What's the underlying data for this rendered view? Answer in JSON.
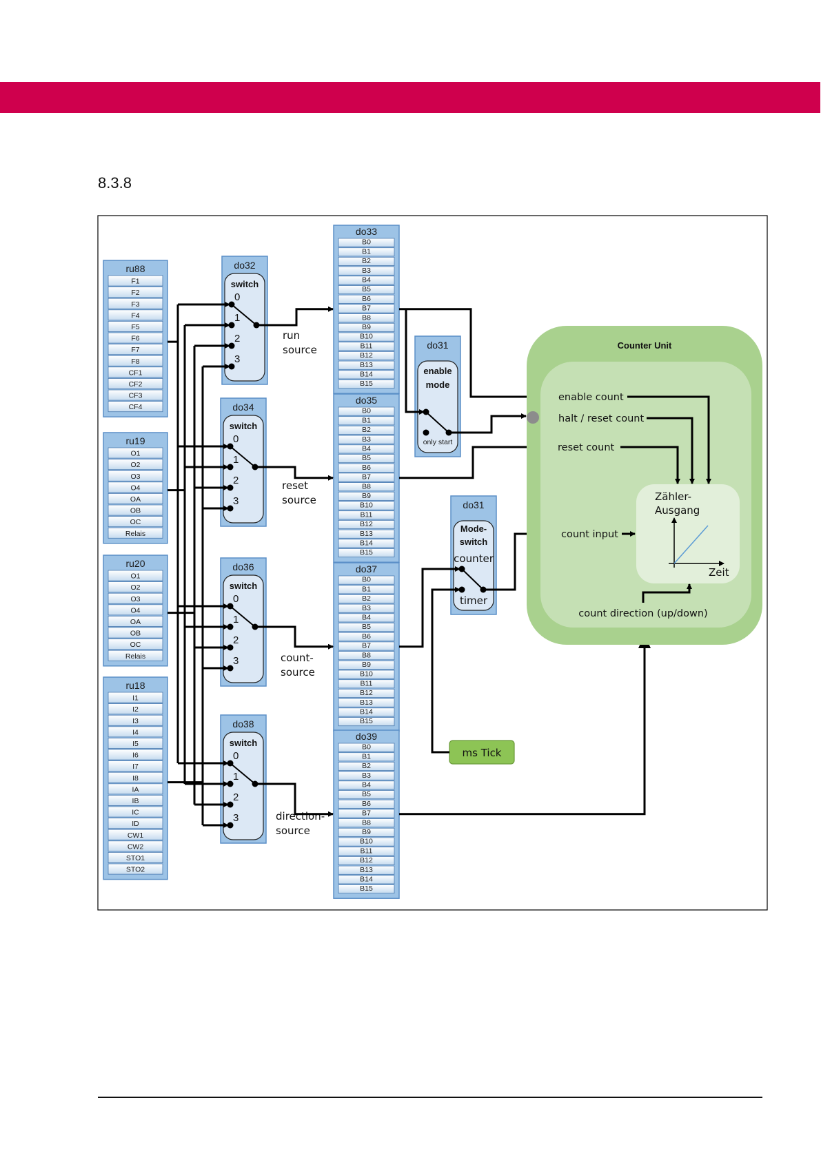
{
  "page": {
    "section_number": "8.3.8",
    "header_band_color": "#cf004d"
  },
  "diagram": {
    "inputs": [
      {
        "id": "ru88",
        "cells": [
          "F1",
          "F2",
          "F3",
          "F4",
          "F5",
          "F6",
          "F7",
          "F8",
          "CF1",
          "CF2",
          "CF3",
          "CF4"
        ]
      },
      {
        "id": "ru19",
        "cells": [
          "O1",
          "O2",
          "O3",
          "O4",
          "OA",
          "OB",
          "OC",
          "Relais"
        ]
      },
      {
        "id": "ru20",
        "cells": [
          "O1",
          "O2",
          "O3",
          "O4",
          "OA",
          "OB",
          "OC",
          "Relais"
        ]
      },
      {
        "id": "ru18",
        "cells": [
          "I1",
          "I2",
          "I3",
          "I4",
          "I5",
          "I6",
          "I7",
          "I8",
          "IA",
          "IB",
          "IC",
          "ID",
          "CW1",
          "CW2",
          "STO1",
          "STO2"
        ]
      }
    ],
    "switches": [
      {
        "id": "do32",
        "title": "switch",
        "positions": [
          "0",
          "1",
          "2",
          "3"
        ],
        "output_label": [
          "run",
          "source"
        ]
      },
      {
        "id": "do34",
        "title": "switch",
        "positions": [
          "0",
          "1",
          "2",
          "3"
        ],
        "output_label": [
          "reset",
          "source"
        ]
      },
      {
        "id": "do36",
        "title": "switch",
        "positions": [
          "0",
          "1",
          "2",
          "3"
        ],
        "output_label": [
          "count-",
          "source"
        ]
      },
      {
        "id": "do38",
        "title": "switch",
        "positions": [
          "0",
          "1",
          "2",
          "3"
        ],
        "output_label": [
          "direction-",
          "source"
        ]
      }
    ],
    "bit_registers": [
      {
        "id": "do33",
        "cells": [
          "B0",
          "B1",
          "B2",
          "B3",
          "B4",
          "B5",
          "B6",
          "B7",
          "B8",
          "B9",
          "B10",
          "B11",
          "B12",
          "B13",
          "B14",
          "B15"
        ]
      },
      {
        "id": "do35",
        "cells": [
          "B0",
          "B1",
          "B2",
          "B3",
          "B4",
          "B5",
          "B6",
          "B7",
          "B8",
          "B9",
          "B10",
          "B11",
          "B12",
          "B13",
          "B14",
          "B15"
        ]
      },
      {
        "id": "do37",
        "cells": [
          "B0",
          "B1",
          "B2",
          "B3",
          "B4",
          "B5",
          "B6",
          "B7",
          "B8",
          "B9",
          "B10",
          "B11",
          "B12",
          "B13",
          "B14",
          "B15"
        ]
      },
      {
        "id": "do39",
        "cells": [
          "B0",
          "B1",
          "B2",
          "B3",
          "B4",
          "B5",
          "B6",
          "B7",
          "B8",
          "B9",
          "B10",
          "B11",
          "B12",
          "B13",
          "B14",
          "B15"
        ]
      }
    ],
    "enable_mode": {
      "id": "do31",
      "title": [
        "enable",
        "mode"
      ],
      "position_label": "only start"
    },
    "mode_switch": {
      "id": "do31",
      "title": [
        "Mode-",
        "switch"
      ],
      "pos_counter": "counter",
      "pos_timer": "timer"
    },
    "ms_tick": "ms Tick",
    "counter_unit": {
      "title": "Counter Unit",
      "inputs": [
        "enable count",
        "halt / reset count",
        "reset count",
        "count input"
      ],
      "count_direction": "count direction (up/down)",
      "output_title": [
        "Zähler-",
        "Ausgang"
      ],
      "time_axis": "Zeit"
    },
    "colors": {
      "block_fill": "#9dc3e6",
      "block_border": "#5b8fc7",
      "cell_fill": "#e8f1fa",
      "switch_fill": "#dce8f5",
      "counter_outer": "#a9d18e",
      "counter_inner": "#c5e0b4",
      "counter_chart": "#e2efda",
      "ms_tick_fill": "#8dc455",
      "halt_dot": "#8c8c8c",
      "ramp_line": "#5b9bd5"
    }
  }
}
